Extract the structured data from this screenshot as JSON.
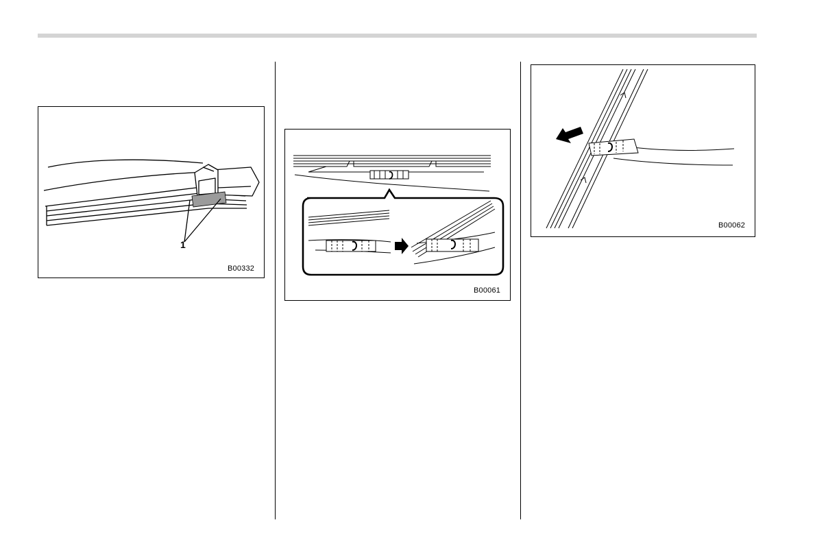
{
  "figures": [
    {
      "code": "B00332",
      "callout": "1"
    },
    {
      "code": "B00061"
    },
    {
      "code": "B00062"
    }
  ]
}
